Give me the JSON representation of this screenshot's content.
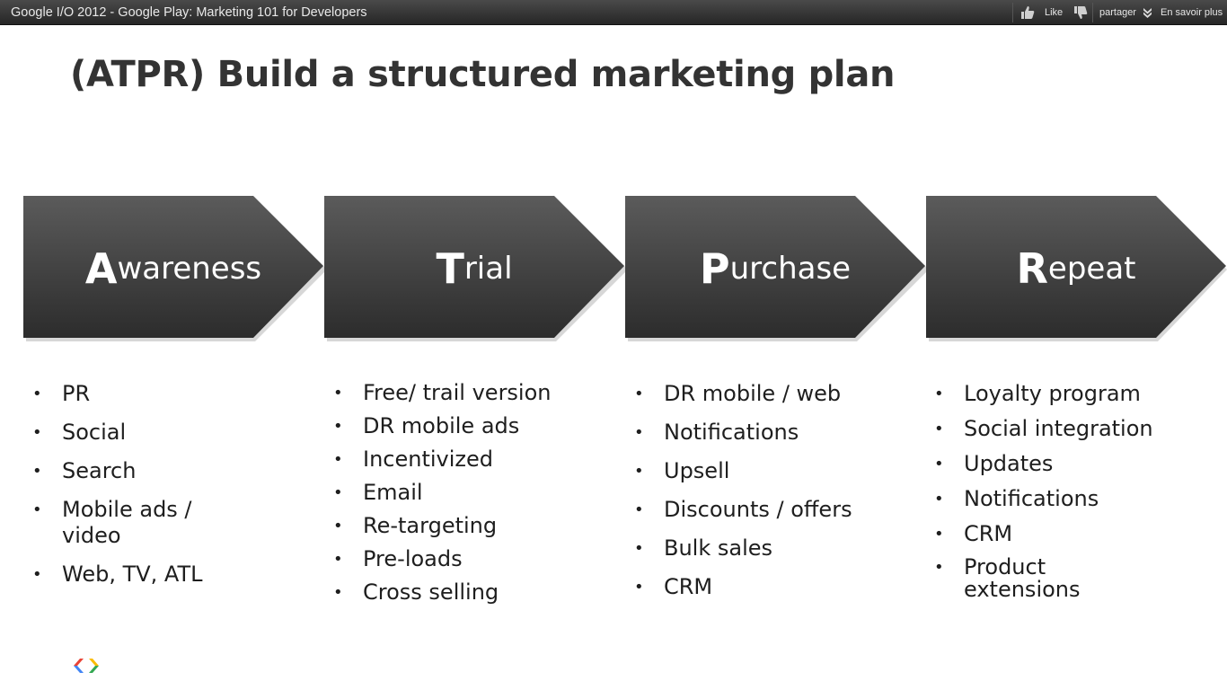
{
  "player": {
    "title": "Google I/O 2012 - Google Play: Marketing 101 for Developers",
    "like_label": "Like",
    "share_label": "partager",
    "more_label": "En savoir plus"
  },
  "slide": {
    "title": "(ATPR) Build a structured marketing plan",
    "stages": [
      {
        "initial": "A",
        "rest": "wareness"
      },
      {
        "initial": "T",
        "rest": "rial"
      },
      {
        "initial": "P",
        "rest": "urchase"
      },
      {
        "initial": "R",
        "rest": "epeat"
      }
    ],
    "columns": [
      [
        "PR",
        "Social",
        "Search",
        "Mobile ads / video",
        "Web, TV, ATL"
      ],
      [
        "Free/ trail version",
        "DR mobile ads",
        "Incentivized",
        "Email",
        "Re-targeting",
        "Pre-loads",
        "Cross selling"
      ],
      [
        "DR mobile / web",
        "Notifications",
        "Upsell",
        "Discounts / offers",
        "Bulk sales",
        "CRM"
      ],
      [
        "Loyalty program",
        "Social integration",
        "Updates",
        "Notifications",
        "CRM",
        "Product extensions"
      ]
    ]
  },
  "colors": {
    "arrow_fill_top": "#5a5a5a",
    "arrow_fill_bottom": "#2e2e2e",
    "title_text": "#333333"
  }
}
